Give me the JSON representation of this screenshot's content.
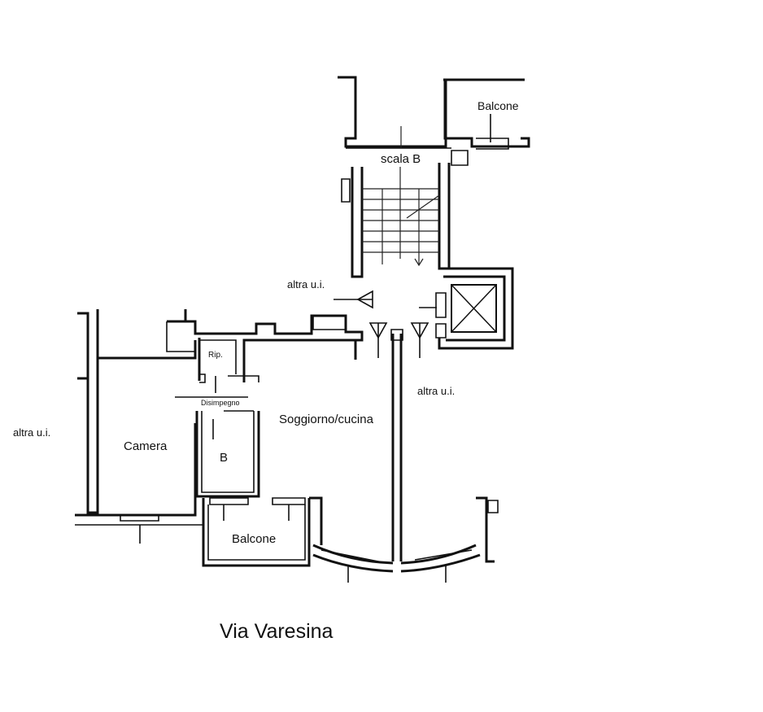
{
  "plan": {
    "street_name": "Via Varesina",
    "rooms": {
      "balcony_top": "Balcone",
      "staircase": "scala B",
      "other_unit_top": "altra u.i.",
      "other_unit_right": "altra u.i.",
      "other_unit_left": "altra u.i.",
      "storage": "Rip.",
      "hallway": "Disimpegno",
      "living_kitchen": "Soggiorno/cucina",
      "bedroom": "Camera",
      "bathroom": "B",
      "balcony_bottom": "Balcone"
    }
  }
}
